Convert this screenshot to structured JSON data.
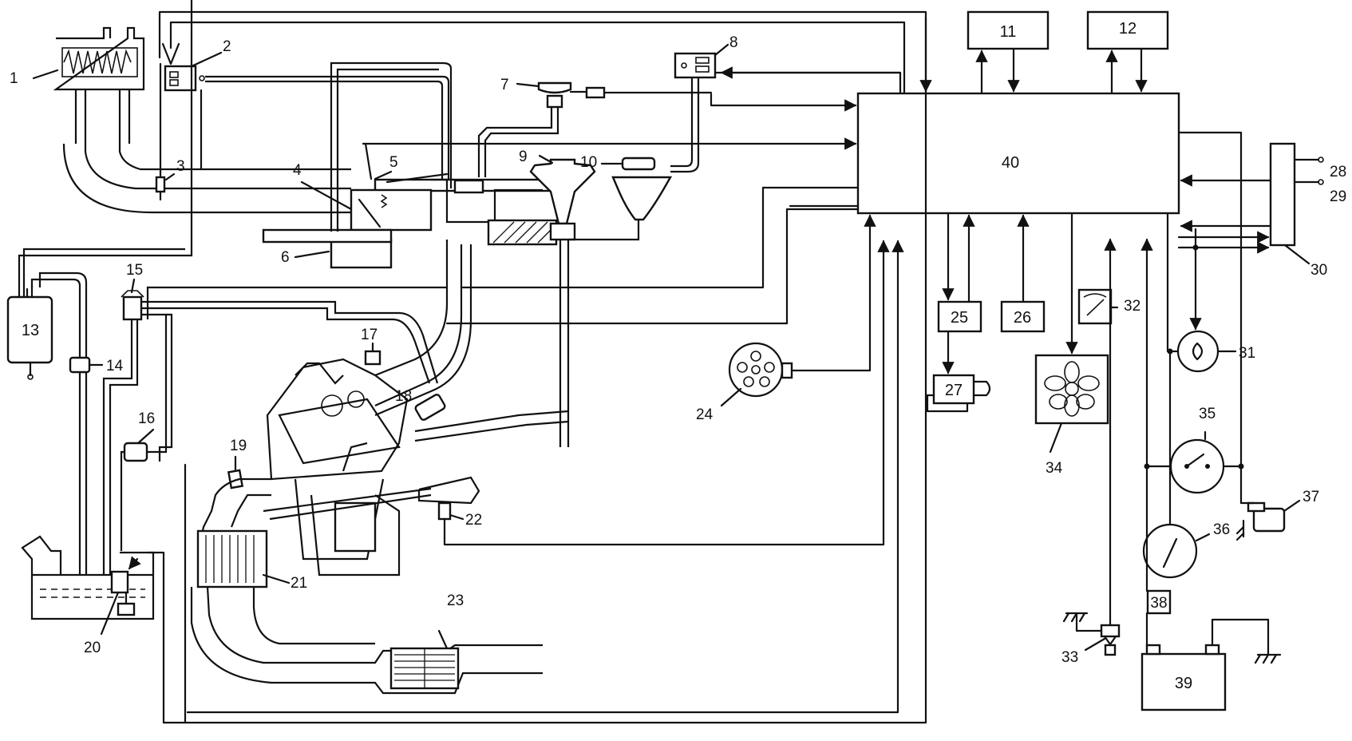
{
  "diagram": {
    "labels": {
      "n1": "1",
      "n2": "2",
      "n3": "3",
      "n4": "4",
      "n5": "5",
      "n6": "6",
      "n7": "7",
      "n8": "8",
      "n9": "9",
      "n10": "10",
      "n11": "11",
      "n12": "12",
      "n13": "13",
      "n14": "14",
      "n15": "15",
      "n16": "16",
      "n17": "17",
      "n18": "18",
      "n19": "19",
      "n20": "20",
      "n21": "21",
      "n22": "22",
      "n23": "23",
      "n24": "24",
      "n25": "25",
      "n26": "26",
      "n27": "27",
      "n28": "28",
      "n29": "29",
      "n30": "30",
      "n31": "31",
      "n32": "32",
      "n33": "33",
      "n34": "34",
      "n35": "35",
      "n36": "36",
      "n37": "37",
      "n38": "38",
      "n39": "39",
      "n40": "40"
    }
  }
}
